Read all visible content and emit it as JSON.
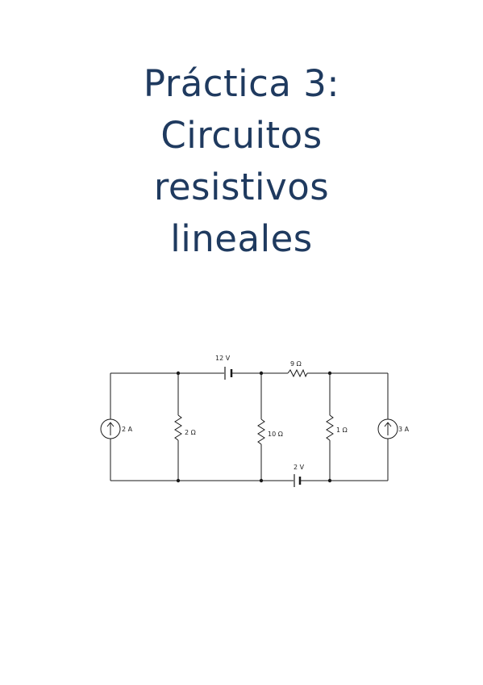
{
  "document": {
    "title_lines": [
      "Práctica 3:",
      "Circuitos",
      "resistivos",
      "lineales"
    ]
  },
  "circuit": {
    "labels": {
      "source_left": "2 A",
      "res_2": "2 Ω",
      "battery_top": "12 V",
      "res_10": "10 Ω",
      "res_9": "9 Ω",
      "res_1": "1 Ω",
      "battery_bottom": "2 V",
      "source_right": "3 A"
    },
    "wire_color": "#1a1a1a",
    "title_color": "#1f3a5f"
  }
}
